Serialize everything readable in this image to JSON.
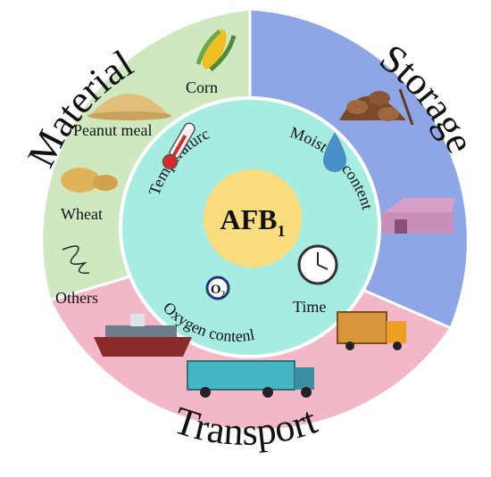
{
  "center": {
    "label": "AFB",
    "subscript": "1"
  },
  "sectors": {
    "material": {
      "label": "Material",
      "color": "#cfe8c0"
    },
    "storage": {
      "label": "Storage",
      "color": "#8fa6e6"
    },
    "transport": {
      "label": "Transport",
      "color": "#f3b8c8"
    }
  },
  "material_items": {
    "corn": "Corn",
    "peanut_meal": "Peanut meal",
    "wheat": "Wheat",
    "others": "Others"
  },
  "factors": {
    "temperature": "Tempcraturc",
    "moisture": "Moisture content",
    "time": "Time",
    "oxygen": "Oxygen contenl",
    "oxygen_symbol": "O",
    "oxygen_subscript": "2"
  },
  "colors": {
    "inner_ring": "#a6ece1",
    "core": "#fbdc7e",
    "outline": "#ffffff"
  }
}
